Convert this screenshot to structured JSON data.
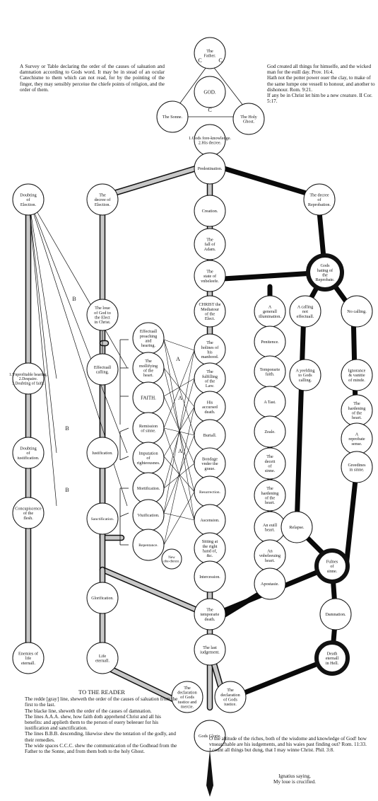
{
  "intro_text": "A Survey or Table declaring the order of the causes of saluation and damnation according to Gods word. It may be in stead of an ocular Catechisme to them which can not read, for by the pointing of the finger, they may sensibly perceiue the chiefe points of religion, and the order of them.",
  "right_text": "God created all things for himselfe, and the wicked man for the euill day. Prov. 16:4.\nHath not the potter power ouer the clay, to make of the same lumpe one vessell to honour, and another to dishonour. Rom. 9:21.\nIf any be in Christ let him be a new creature. II Cor. 5:17.",
  "reader": {
    "heading": "TO THE READER",
    "body": "The redde [gray] line, sheweth the order of the causes of saluation from the first to the last.\nThe blacke line, sheweth the order of the causes of damnation.\nThe lines A.A.A. shew, how faith doth apprehend Christ and all his benefits: and applieth them to the person of euery beleeuer for his iustification and sanctification.\nThe lines B.B.B. descending, likewise shew the tentation of the godly, and their remedies.\nThe wide spaces C.C.C. shew the communication of the Godhead from the Father to the Sonne, and from them both to the holy Ghost."
  },
  "bottom_right_text": "O the altitude of the riches, both of the wisdome and knowledge of God! how vnsearchable are his iudgements, and his waies past finding out? Rom. 11:33.\nI count all things but dung, that I may winne Christ. Phil. 3:8.",
  "ignatius": "Ignatius saying,\nMy loue is crucified.",
  "letters": {
    "a": "A",
    "b": "B",
    "c": "C"
  },
  "nodes": {
    "father": "The Father.",
    "god": "GOD.",
    "sonne": "The Sonne.",
    "holy_ghost": "The Holy Ghost.",
    "foreknowledge": "1.Gods fore-knowledge.\n2.His decree.",
    "predestination": "Predestination.",
    "decree_election": "The decree of Election.",
    "decree_reprobation": "The decree of Reprobation.",
    "creation": "Creation.",
    "fall": "The fall of Adam.",
    "vnbeleefe": "The state of vnbeleefe.",
    "doubting_election": "Doubting of Election.",
    "loue_god": "The loue of God to the Elect in Christ.",
    "christ": "CHRIST the Mediatour of the Elect.",
    "gods_hating": "Gods hating of the Reprobate.",
    "effectuall_preaching": "Effectuall preaching and hearing.",
    "mollifying": "The mollifying of the heart.",
    "faith": "FAITH.",
    "remission": "Remission of sinne.",
    "imputation": "Imputation of righteousnes.",
    "mortification": "Mortification.",
    "viuification": "Viuification.",
    "repentance": "Repentance.",
    "new_obedience": "New obe-dience.",
    "holines": "The holines of his manhood.",
    "fulfilling": "The fulfilling of the Law.",
    "accursed": "His accursed death.",
    "buriall": "Buriall.",
    "bondage": "Bondage vnder the graue.",
    "resurrection": "Resurrection.",
    "ascension": "Ascension.",
    "sitting": "Sitting at the right hand of, &c.",
    "intercession": "Intercession.",
    "illumination": "A generall illumination.",
    "penitence": "Penitence.",
    "temporarie_faith": "Temporarie faith.",
    "tast": "A Tast.",
    "zeale": "Zeale.",
    "deceit": "The deceit of sinne.",
    "hardening_l": "The hardening of the heart.",
    "euill_heart": "An euill heart.",
    "vnbeleeuing": "An vnbeleeuing heart.",
    "apostasie": "Apostasie.",
    "calling_not": "A calling not effectuall.",
    "yeelding": "A yeelding to Gods calling.",
    "relapse": "Relapse.",
    "no_calling": "No calling.",
    "ignorance": "Ignorance & vanitie of minde.",
    "hardening_r": "The hardening of the heart.",
    "reprobate_sense": "A reprobate sense.",
    "greedines": "Greedines in sinne.",
    "fulnes": "Fulnes of sinne.",
    "effectuall_calling": "Effectuall calling.",
    "justification": "Iustification.",
    "sanctification": "Sanctification.",
    "glorification": "Glorification.",
    "vnprofitable": "1.Vnprofitable hearing.\n2.Despaire.\n3.Doubting of faith.",
    "doubting_justification": "Doubting of iustification.",
    "concupiscence": "Concupiscence of the flesh.",
    "enemies": "Enemies of life eternall.",
    "life_eternall": "Life eternall.",
    "temporarie_death": "The temporarie death.",
    "last_judgement": "The last iudgement.",
    "damnation": "Damnation.",
    "death_eternall": "Death eternall in Hell.",
    "decl_iustice_mercie": "The declaration of Gods iustice and mercie.",
    "decl_iustice": "The declaration of Gods iustice.",
    "gods_glorie": "Gods Glorie."
  }
}
